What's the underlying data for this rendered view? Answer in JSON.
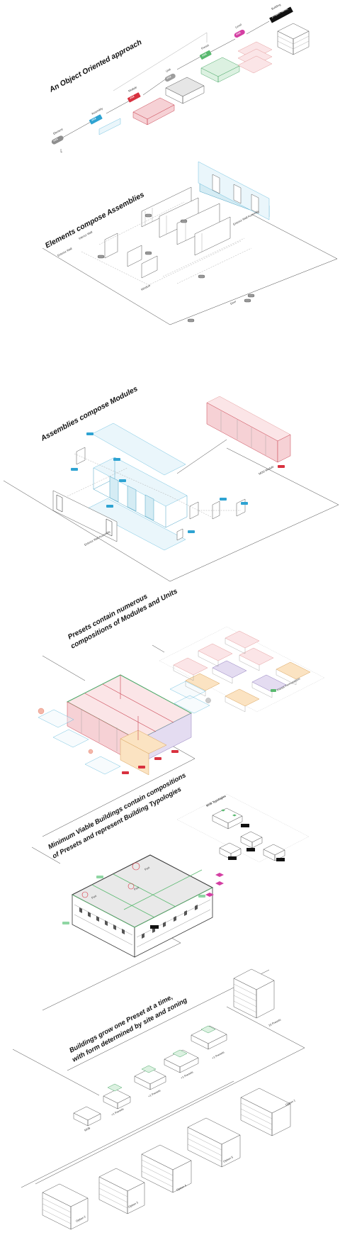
{
  "sections": {
    "s1": {
      "title": "An Object Oriented approach",
      "stages": [
        {
          "name": "Element",
          "tag": "#XX"
        },
        {
          "name": "Assembly",
          "tag": "#XX"
        },
        {
          "name": "Module",
          "tag": "#XX"
        },
        {
          "name": "Unit",
          "tag": "#XX"
        },
        {
          "name": "Preset",
          "tag": "#XX"
        },
        {
          "name": "Level",
          "tag": "#XX"
        },
        {
          "name": "Building",
          "tag": "[Project Name]"
        }
      ]
    },
    "s2": {
      "title": "Elements compose Assemblies",
      "labels": [
        "Exterior Wall",
        "Exterior Wall Assembly",
        "Interior Wall",
        "Window",
        "Door"
      ]
    },
    "s3": {
      "title": "Assemblies compose Modules",
      "labels": [
        "Exterior Wall Assembly",
        "MOD Module"
      ]
    },
    "s4": {
      "title_line1": "Presets contain numerous",
      "title_line2": "compositions of Modules and Units",
      "legend": "Preset Permutations"
    },
    "s5": {
      "title_line1": "Minimum Viable Buildings contain compositions",
      "title_line2": "of Presets and represent Building Typologies",
      "typologies_label": "MVB Typologies",
      "ports": [
        "Port",
        "Port",
        "Port"
      ]
    },
    "s6": {
      "title_line1": "Buildings grow one Preset at a time,",
      "title_line2": "with form determined by site and zoning",
      "step_mvb": "MVB",
      "step_add": "+1 Presets",
      "step_max": "10 Presets",
      "options": [
        "Option 1",
        "Option 2",
        "Option 3",
        "Option 4",
        "Option 5"
      ]
    }
  },
  "colors": {
    "element": "#8e8e8e",
    "assembly": "#2ea3d2",
    "module": "#d8313f",
    "unit": "#9d9d9d",
    "preset": "#59b96f",
    "level": "#d43fa3",
    "building": "#111111"
  }
}
